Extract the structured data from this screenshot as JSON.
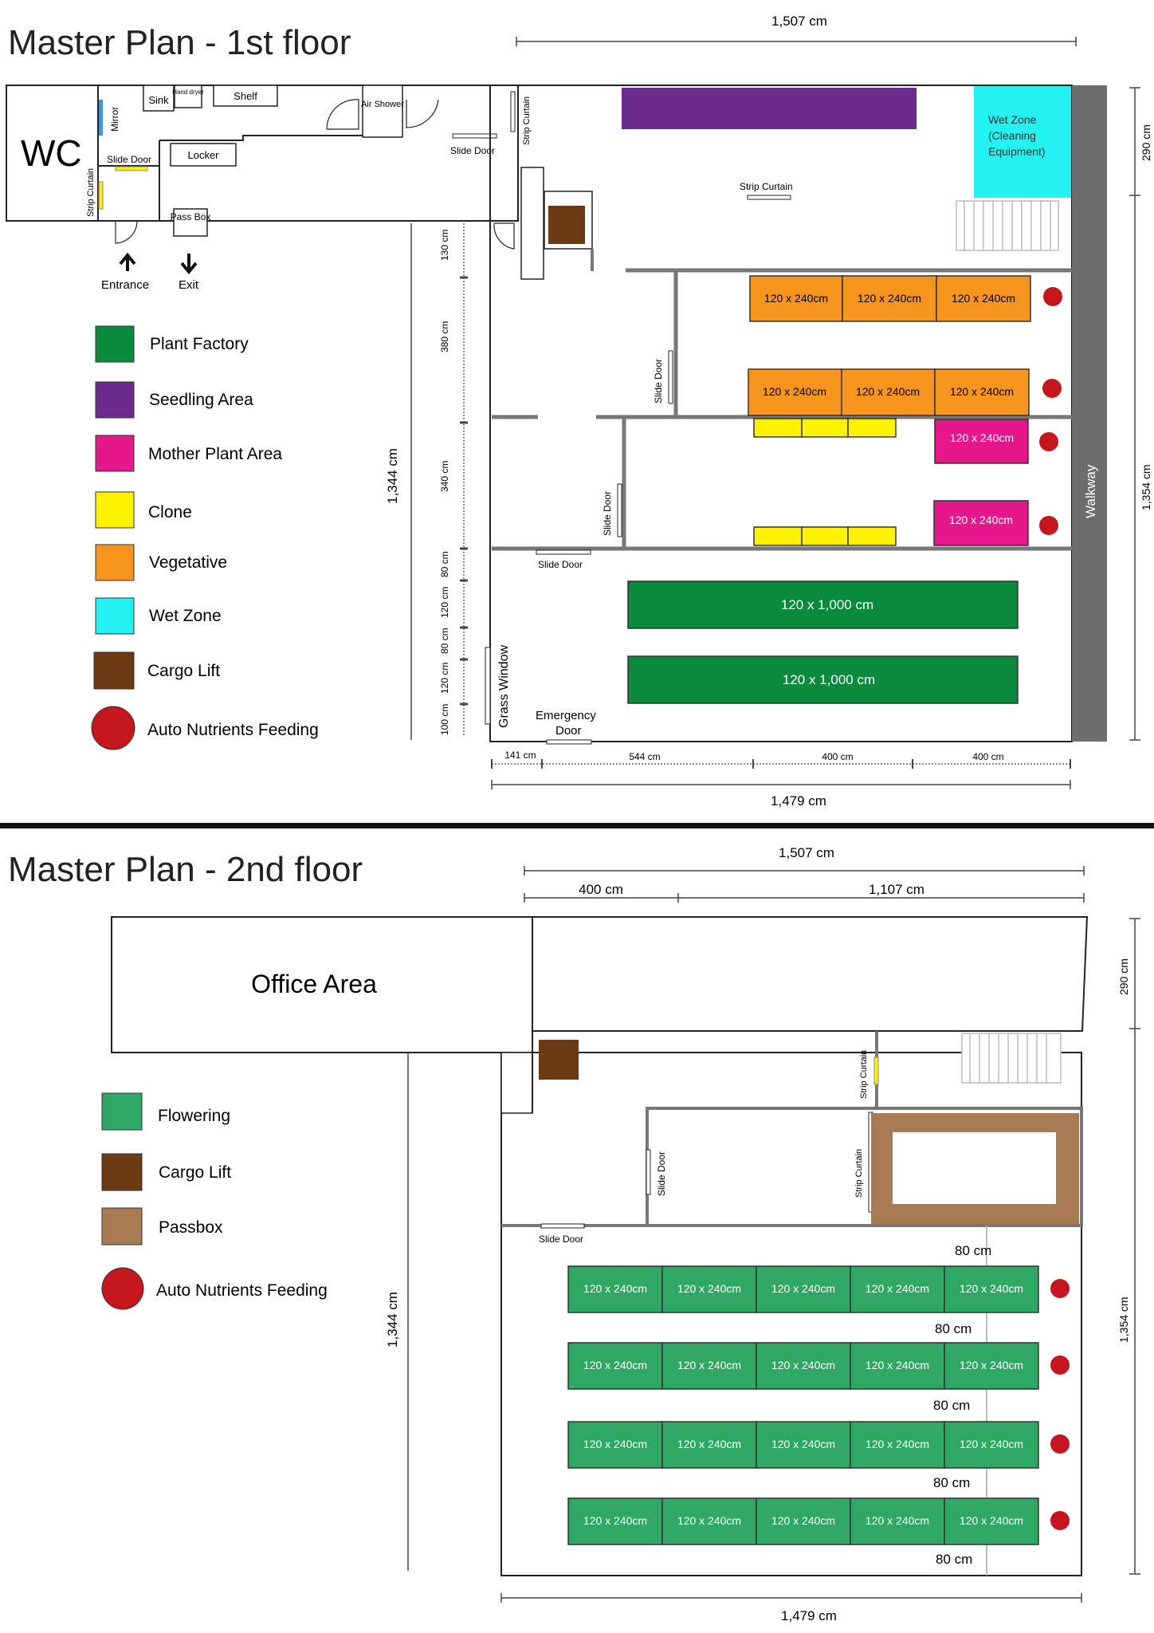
{
  "floor1": {
    "title": "Master Plan - 1st floor",
    "dimensions": {
      "top_width": "1,507 cm",
      "right_top": "290 cm",
      "right_total": "1,354 cm",
      "left_total": "1,344 cm",
      "bottom_total": "1,479 cm",
      "bottom_segments": [
        "141 cm",
        "544 cm",
        "400 cm",
        "400 cm"
      ],
      "left_segments": [
        "130 cm",
        "380 cm",
        "340 cm",
        "80 cm",
        "120 cm",
        "80 cm",
        "120 cm",
        "100 cm"
      ]
    },
    "labels": {
      "wc": "WC",
      "sink": "Sink",
      "hand_dryer": "Hand dryer",
      "shelf": "Shelf",
      "air_shower": "Air Shower",
      "mirror": "Mirror",
      "strip_curtain": "Strip Curtain",
      "slide_door": "Slide Door",
      "locker": "Locker",
      "pass_box": "Pass Box",
      "entrance": "Entrance",
      "exit": "Exit",
      "wet_zone_box": "Wet Zone (Cleaning Equipment)",
      "walkway": "Walkway",
      "grass_window": "Grass Window",
      "emergency_door": "Emergency Door"
    },
    "beds": {
      "veg_bed": "120 x 240cm",
      "mother_bed": "120 x 240cm",
      "flower_bed": "120 x 1,000 cm"
    },
    "legend": [
      {
        "label": "Plant Factory",
        "color": "#0a8a3c",
        "shape": "square"
      },
      {
        "label": "Seedling Area",
        "color": "#6b2a8c",
        "shape": "square"
      },
      {
        "label": "Mother Plant Area",
        "color": "#e5178a",
        "shape": "square"
      },
      {
        "label": "Clone",
        "color": "#fff200",
        "shape": "square"
      },
      {
        "label": "Vegetative",
        "color": "#f7941d",
        "shape": "square"
      },
      {
        "label": "Wet Zone",
        "color": "#22f2f2",
        "shape": "square"
      },
      {
        "label": "Cargo Lift",
        "color": "#6b3a12",
        "shape": "square"
      },
      {
        "label": "Auto Nutrients Feeding",
        "color": "#c4161c",
        "shape": "circle"
      }
    ]
  },
  "floor2": {
    "title": "Master Plan - 2nd floor",
    "dimensions": {
      "top_width": "1,507 cm",
      "top_left": "400 cm",
      "top_right": "1,107 cm",
      "right_top": "290 cm",
      "right_total": "1,354 cm",
      "left_total": "1,344 cm",
      "bottom_total": "1,479 cm",
      "row_gap": "80 cm"
    },
    "labels": {
      "office_area": "Office Area",
      "strip_curtain": "Strip Curtain",
      "slide_door": "Slide Door"
    },
    "bed_label": "120 x 240cm",
    "legend": [
      {
        "label": "Flowering",
        "color": "#2fa864",
        "shape": "square"
      },
      {
        "label": "Cargo Lift",
        "color": "#6b3a12",
        "shape": "square"
      },
      {
        "label": "Passbox",
        "color": "#a87b52",
        "shape": "square"
      },
      {
        "label": "Auto Nutrients Feeding",
        "color": "#c4161c",
        "shape": "circle"
      }
    ]
  },
  "colors": {
    "plant_factory": "#0a8a3c",
    "seedling": "#6b2a8c",
    "mother": "#e5178a",
    "clone": "#fff200",
    "vegetative": "#f7941d",
    "wet_zone": "#22f2f2",
    "cargo_lift": "#6b3a12",
    "feeder": "#c4161c",
    "flowering": "#2fa864",
    "passbox": "#a87b52",
    "walkway": "#6d6d6d",
    "wall": "#7a7a7a"
  }
}
